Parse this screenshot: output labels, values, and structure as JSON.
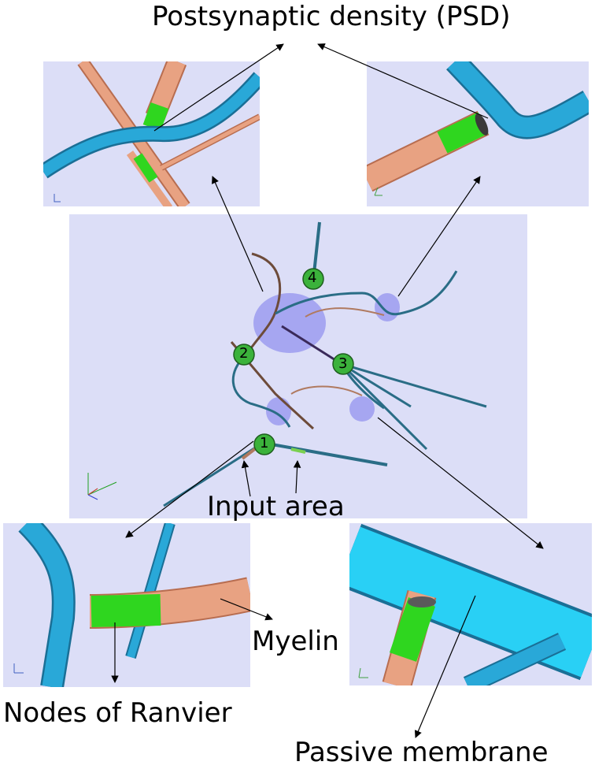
{
  "labels": {
    "psd": "Postsynaptic density (PSD)",
    "input_area": "Input area",
    "myelin": "Myelin",
    "nodes_of_ranvier": "Nodes of Ranvier",
    "passive_membrane": "Passive membrane"
  },
  "markers": [
    "1",
    "2",
    "3",
    "4"
  ],
  "colors": {
    "panel_background": "#dcdef7",
    "passive_membrane": "#29a8d8",
    "myelin": "#e8a282",
    "node_of_ranvier": "#2fd61f",
    "selection_highlight": "#8f8fee",
    "marker_fill": "#3bb23b"
  }
}
